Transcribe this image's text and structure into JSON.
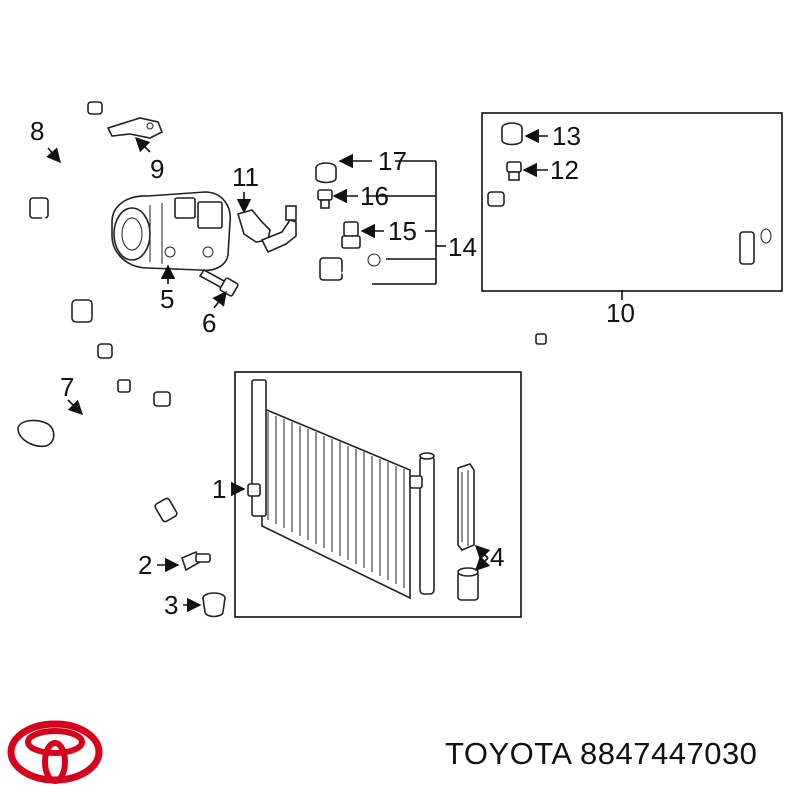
{
  "callouts": {
    "c1": "1",
    "c2": "2",
    "c3": "3",
    "c4": "4",
    "c5": "5",
    "c6": "6",
    "c7": "7",
    "c8": "8",
    "c9": "9",
    "c10": "10",
    "c11": "11",
    "c12": "12",
    "c13": "13",
    "c14": "14",
    "c15": "15",
    "c16": "16",
    "c17": "17"
  },
  "footer": {
    "brand": "TOYOTA",
    "part_number": "8847447030"
  },
  "colors": {
    "logo": "#d6001c",
    "ink": "#111111"
  }
}
